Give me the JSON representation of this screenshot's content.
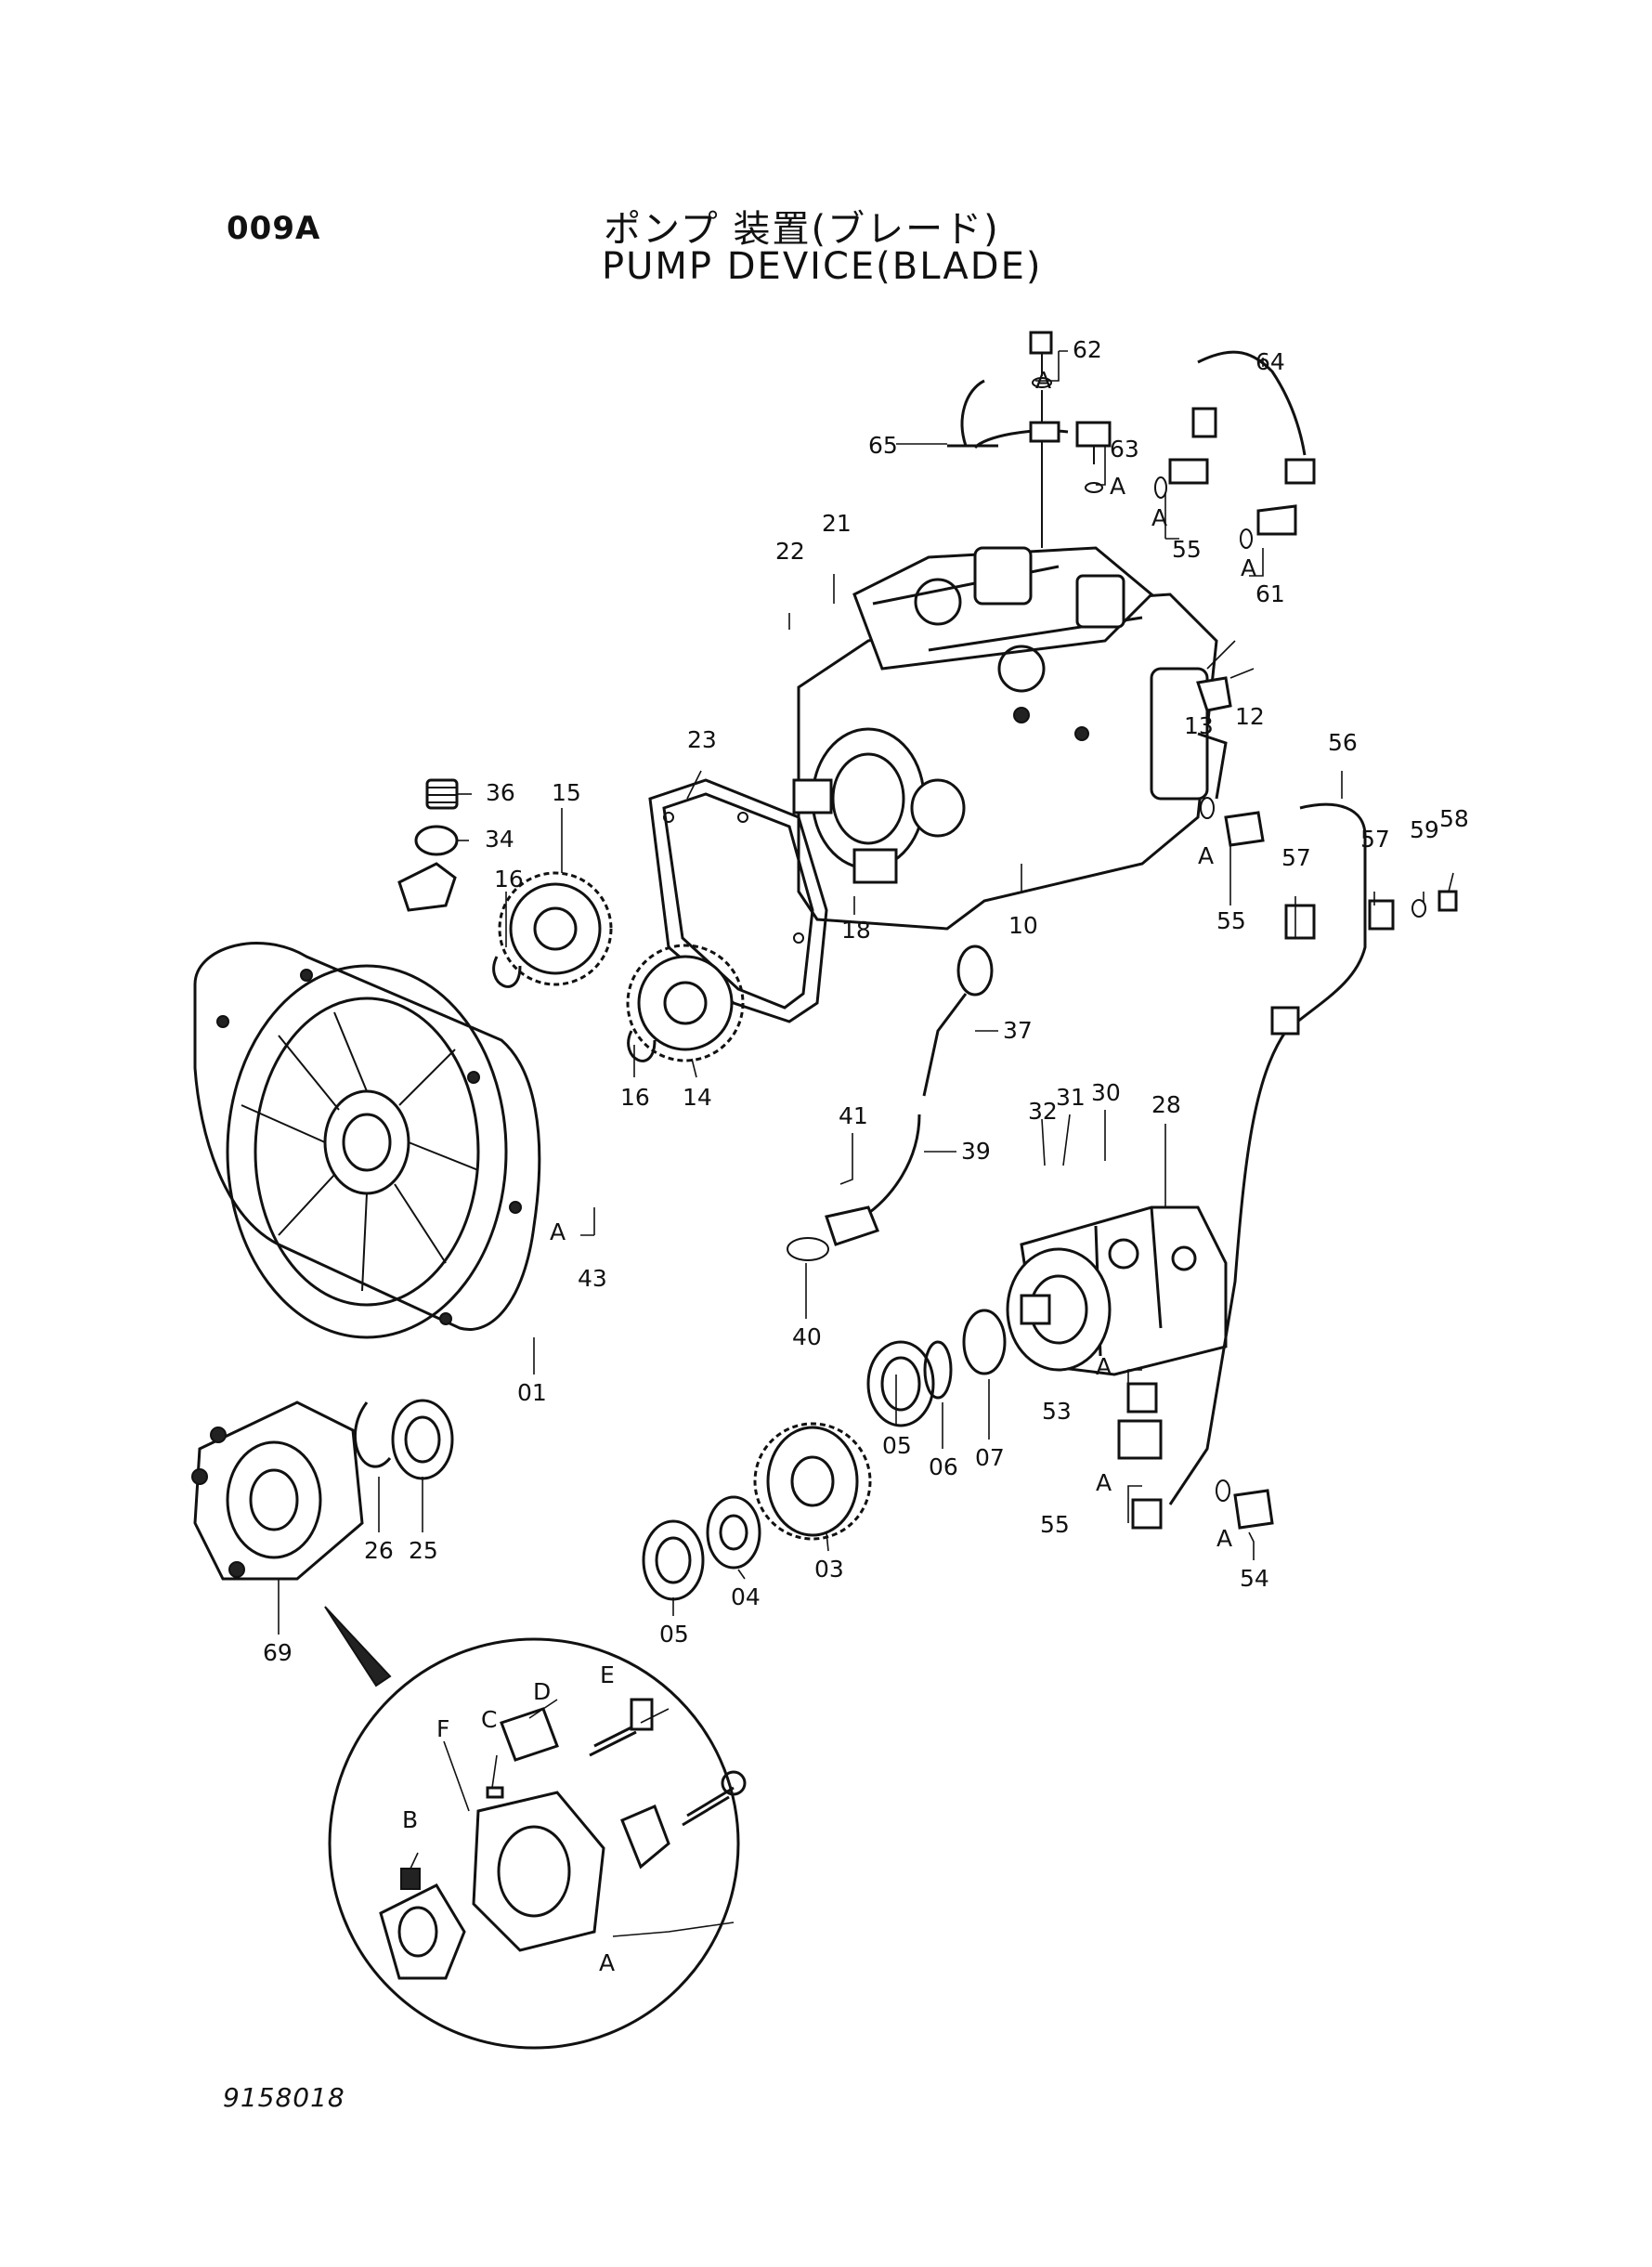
{
  "header": {
    "page_code": "009A",
    "title_jp": "ポンプ 装置(ブレード)",
    "title_en": "PUMP DEVICE(BLADE)"
  },
  "footer": {
    "drawing_number": "9158018"
  },
  "parts": [
    {
      "key": "p62",
      "label": "62"
    },
    {
      "key": "p64",
      "label": "64"
    },
    {
      "key": "p65",
      "label": "65"
    },
    {
      "key": "p63",
      "label": "63"
    },
    {
      "key": "p55a",
      "label": "55"
    },
    {
      "key": "p61",
      "label": "61"
    },
    {
      "key": "p21",
      "label": "21"
    },
    {
      "key": "p22",
      "label": "22"
    },
    {
      "key": "p13",
      "label": "13"
    },
    {
      "key": "p12",
      "label": "12"
    },
    {
      "key": "p23",
      "label": "23"
    },
    {
      "key": "p56",
      "label": "56"
    },
    {
      "key": "p36",
      "label": "36"
    },
    {
      "key": "p15",
      "label": "15"
    },
    {
      "key": "p34",
      "label": "34"
    },
    {
      "key": "p16a",
      "label": "16"
    },
    {
      "key": "p18",
      "label": "18"
    },
    {
      "key": "p10",
      "label": "10"
    },
    {
      "key": "p55b",
      "label": "55"
    },
    {
      "key": "p57a",
      "label": "57"
    },
    {
      "key": "p57b",
      "label": "57"
    },
    {
      "key": "p59",
      "label": "59"
    },
    {
      "key": "p58",
      "label": "58"
    },
    {
      "key": "p37",
      "label": "37"
    },
    {
      "key": "p16b",
      "label": "16"
    },
    {
      "key": "p14",
      "label": "14"
    },
    {
      "key": "p41",
      "label": "41"
    },
    {
      "key": "p32",
      "label": "32"
    },
    {
      "key": "p31",
      "label": "31"
    },
    {
      "key": "p30",
      "label": "30"
    },
    {
      "key": "p28",
      "label": "28"
    },
    {
      "key": "p39",
      "label": "39"
    },
    {
      "key": "p43",
      "label": "43"
    },
    {
      "key": "p40",
      "label": "40"
    },
    {
      "key": "p01",
      "label": "01"
    },
    {
      "key": "p53",
      "label": "53"
    },
    {
      "key": "p05a",
      "label": "05"
    },
    {
      "key": "p06",
      "label": "06"
    },
    {
      "key": "p07",
      "label": "07"
    },
    {
      "key": "p26",
      "label": "26"
    },
    {
      "key": "p25",
      "label": "25"
    },
    {
      "key": "p03",
      "label": "03"
    },
    {
      "key": "p04",
      "label": "04"
    },
    {
      "key": "p05b",
      "label": "05"
    },
    {
      "key": "p55c",
      "label": "55"
    },
    {
      "key": "p54",
      "label": "54"
    },
    {
      "key": "p69",
      "label": "69"
    },
    {
      "key": "dE",
      "label": "E"
    },
    {
      "key": "dD",
      "label": "D"
    },
    {
      "key": "dC",
      "label": "C"
    },
    {
      "key": "dF",
      "label": "F"
    },
    {
      "key": "dB",
      "label": "B"
    },
    {
      "key": "dA",
      "label": "A"
    }
  ],
  "set_marks": [
    {
      "key": "a62",
      "label": "A"
    },
    {
      "key": "a63",
      "label": "A"
    },
    {
      "key": "a55a",
      "label": "A"
    },
    {
      "key": "a61",
      "label": "A"
    },
    {
      "key": "a55b",
      "label": "A"
    },
    {
      "key": "a43",
      "label": "A"
    },
    {
      "key": "a53",
      "label": "A"
    },
    {
      "key": "a55c",
      "label": "A"
    },
    {
      "key": "a54",
      "label": "A"
    }
  ]
}
